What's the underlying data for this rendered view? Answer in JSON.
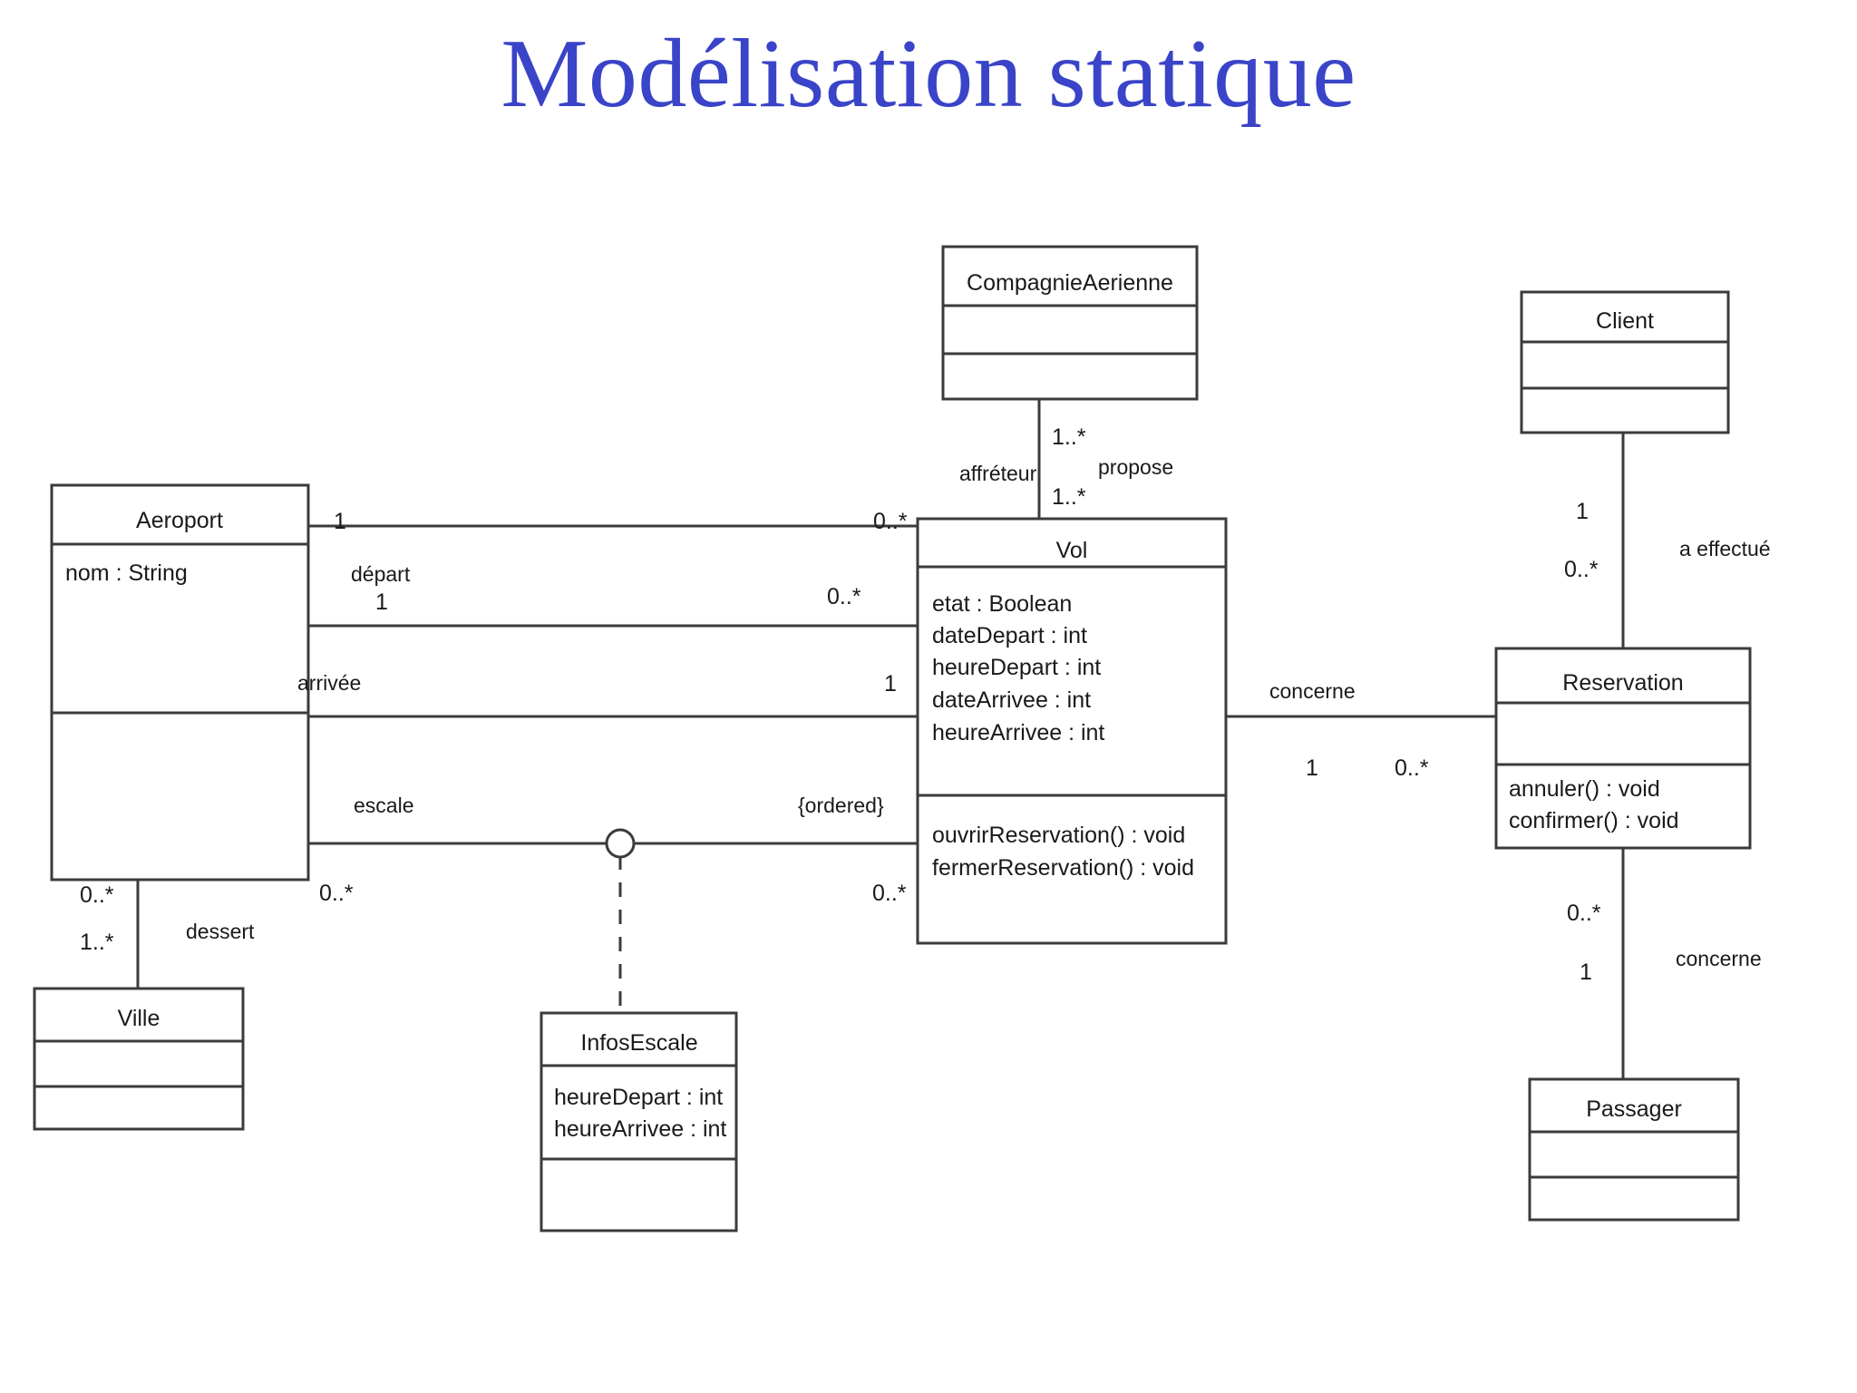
{
  "slide": {
    "title": "Modélisation statique",
    "title_color": "#3a44c8",
    "background_color": "#ffffff",
    "line_color": "#3b3b3b"
  },
  "diagram": {
    "type": "uml-class-diagram",
    "classes": {
      "compagnie": {
        "name": "CompagnieAerienne",
        "attributes": [],
        "operations": []
      },
      "client": {
        "name": "Client",
        "attributes": [],
        "operations": []
      },
      "aeroport": {
        "name": "Aeroport",
        "attributes": [
          "nom : String"
        ],
        "operations": []
      },
      "vol": {
        "name": "Vol",
        "attributes": [
          "etat : Boolean",
          "dateDepart : int",
          "heureDepart : int",
          "dateArrivee : int",
          "heureArrivee : int"
        ],
        "operations": [
          "ouvrirReservation() : void",
          "fermerReservation() : void"
        ]
      },
      "reservation": {
        "name": "Reservation",
        "attributes": [],
        "operations": [
          "annuler() : void",
          "confirmer() : void"
        ]
      },
      "ville": {
        "name": "Ville",
        "attributes": [],
        "operations": []
      },
      "infosescale": {
        "name": "InfosEscale",
        "attributes": [
          "heureDepart : int",
          "heureArrivee : int"
        ],
        "operations": []
      },
      "passager": {
        "name": "Passager",
        "attributes": [],
        "operations": []
      }
    },
    "associations": [
      {
        "id": "affreteur",
        "from": "compagnie",
        "to": "vol",
        "label": "propose",
        "role": "affréteur",
        "mult_from": "1..*",
        "mult_to": "1..*"
      },
      {
        "id": "depart",
        "from": "aeroport",
        "to": "vol",
        "label": "",
        "role": "départ",
        "mult_from_top": "1",
        "mult_to_top": "0..*",
        "mult_from": "1",
        "mult_to": "0..*"
      },
      {
        "id": "arrivee",
        "from": "aeroport",
        "to": "vol",
        "label": "",
        "role": "arrivée",
        "mult_to": "1"
      },
      {
        "id": "escale",
        "from": "aeroport",
        "to": "vol",
        "label": "",
        "role": "escale",
        "constraint": "{ordered}",
        "mult_from": "0..*",
        "mult_to": "0..*",
        "association_class": "infosescale"
      },
      {
        "id": "dessert",
        "from": "aeroport",
        "to": "ville",
        "label": "dessert",
        "mult_from": "0..*",
        "mult_to": "1..*"
      },
      {
        "id": "concerne-vol",
        "from": "vol",
        "to": "reservation",
        "label": "concerne",
        "mult_from": "1",
        "mult_to": "0..*"
      },
      {
        "id": "a-effectue",
        "from": "client",
        "to": "reservation",
        "label": "a effectué",
        "mult_from": "1",
        "mult_to": "0..*"
      },
      {
        "id": "concerne-passager",
        "from": "reservation",
        "to": "passager",
        "label": "concerne",
        "mult_from": "0..*",
        "mult_to": "1"
      }
    ]
  },
  "labels": {
    "affreteur": "affréteur",
    "propose": "propose",
    "mult_1star_a": "1..*",
    "mult_1star_b": "1..*",
    "depart": "départ",
    "arrivee": "arrivée",
    "escale": "escale",
    "ordered": "{ordered}",
    "dessert": "dessert",
    "concerne_vol": "concerne",
    "a_effectue": "a effectué",
    "concerne_passager": "concerne",
    "m_aero_top": "1",
    "m_vol_top": "0..*",
    "m_depart_aero": "1",
    "m_depart_vol": "0..*",
    "m_arrivee_vol": "1",
    "m_escale_aero": "0..*",
    "m_escale_vol": "0..*",
    "m_aero_ville": "0..*",
    "m_ville_aero": "1..*",
    "m_vol_res": "1",
    "m_res_vol": "0..*",
    "m_client_res": "1",
    "m_res_client": "0..*",
    "m_res_pass": "0..*",
    "m_pass_res": "1"
  }
}
